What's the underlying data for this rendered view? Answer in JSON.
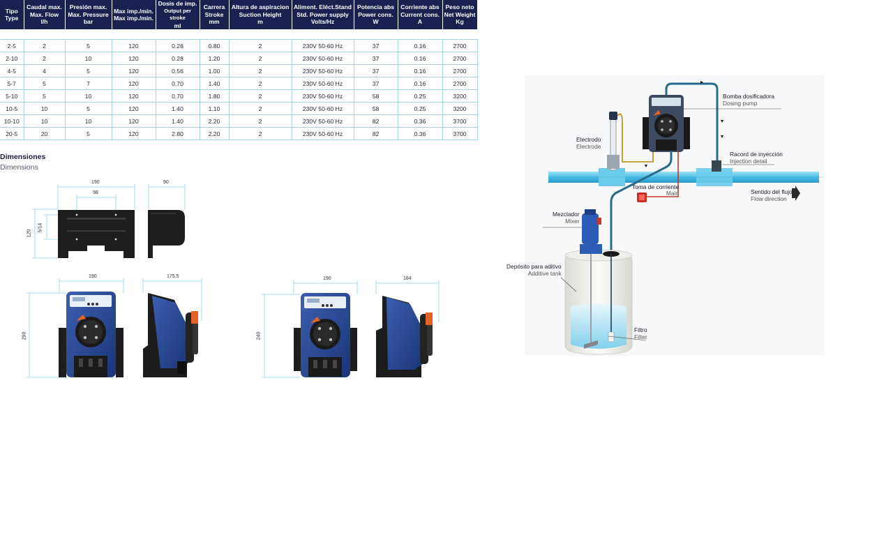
{
  "table": {
    "headers": [
      [
        "Tipo",
        "Type"
      ],
      [
        "Caudal max.",
        "Max. Flow",
        "l/h"
      ],
      [
        "Presión max.",
        "Max. Pressure",
        "bar"
      ],
      [
        "Max imp./min.",
        "Max imp./min."
      ],
      [
        "Dosis de imp.",
        "Output per stroke",
        "ml"
      ],
      [
        "Carrera",
        "Stroke",
        "mm"
      ],
      [
        "Altura de aspiracion",
        "Suction Height",
        "m"
      ],
      [
        "Aliment. Eléct.Stand",
        "Std. Power supply",
        "Volts/Hz"
      ],
      [
        "Potencia abs",
        "Power cons.",
        "W"
      ],
      [
        "Corriente abs",
        "Current cons.",
        "A"
      ],
      [
        "Peso neto",
        "Net Weight",
        "Kg"
      ]
    ],
    "rows": [
      [
        "2-5",
        "2",
        "5",
        "120",
        "0.28",
        "0.80",
        "2",
        "230V 50-60 Hz",
        "37",
        "0.16",
        "2700"
      ],
      [
        "2-10",
        "2",
        "10",
        "120",
        "0.28",
        "1.20",
        "2",
        "230V 50-60 Hz",
        "37",
        "0.16",
        "2700"
      ],
      [
        "4-5",
        "4",
        "5",
        "120",
        "0.56",
        "1.00",
        "2",
        "230V 50-60 Hz",
        "37",
        "0.16",
        "2700"
      ],
      [
        "5-7",
        "5",
        "7",
        "120",
        "0.70",
        "1.40",
        "2",
        "230V 50-60 Hz",
        "37",
        "0.16",
        "2700"
      ],
      [
        "5-10",
        "5",
        "10",
        "120",
        "0.70",
        "1.80",
        "2",
        "230V 50-60 Hz",
        "58",
        "0.25",
        "3200"
      ],
      [
        "10-5",
        "10",
        "5",
        "120",
        "1.40",
        "1.10",
        "2",
        "230V 50-60 Hz",
        "58",
        "0.25",
        "3200"
      ],
      [
        "10-10",
        "10",
        "10",
        "120",
        "1.40",
        "2.20",
        "2",
        "230V 50-60 Hz",
        "82",
        "0.36",
        "3700"
      ],
      [
        "20-5",
        "20",
        "5",
        "120",
        "2.80",
        "2.20",
        "2",
        "230V 50-60 Hz",
        "82",
        "0.36",
        "3700"
      ]
    ]
  },
  "dimensions": {
    "title": "Dimensiones",
    "subtitle": "Dimensions",
    "bracket": {
      "width": "190",
      "inner_width": "98",
      "depth": "90",
      "height": "120",
      "inner_height": "5/14"
    },
    "pump_small": {
      "width": "190",
      "depth": "175.5",
      "height": "290"
    },
    "pump_large": {
      "width": "190",
      "depth": "184",
      "height": "240"
    }
  },
  "diagram": {
    "labels": {
      "dosing_pump": {
        "es": "Bomba dosificadora",
        "en": "Dosing pump"
      },
      "electrode": {
        "es": "Electrodo",
        "en": "Electrode"
      },
      "injection": {
        "es": "Racord de inyección",
        "en": "Injection detail"
      },
      "main": {
        "es": "Toma de corriente",
        "en": "Main"
      },
      "flow": {
        "es": "Sentido del flujo",
        "en": "Flow direction"
      },
      "mixer": {
        "es": "Mezclador",
        "en": "Mixer"
      },
      "tank": {
        "es": "Depósito para aditivo",
        "en": "Additive tank"
      },
      "filter": {
        "es": "Filtro",
        "en": "Filter"
      }
    },
    "colors": {
      "pipe": "#5cc4e8",
      "pump": "#2a4a9a",
      "hose": "#2a6a8a",
      "cable": "#c0392b"
    }
  }
}
